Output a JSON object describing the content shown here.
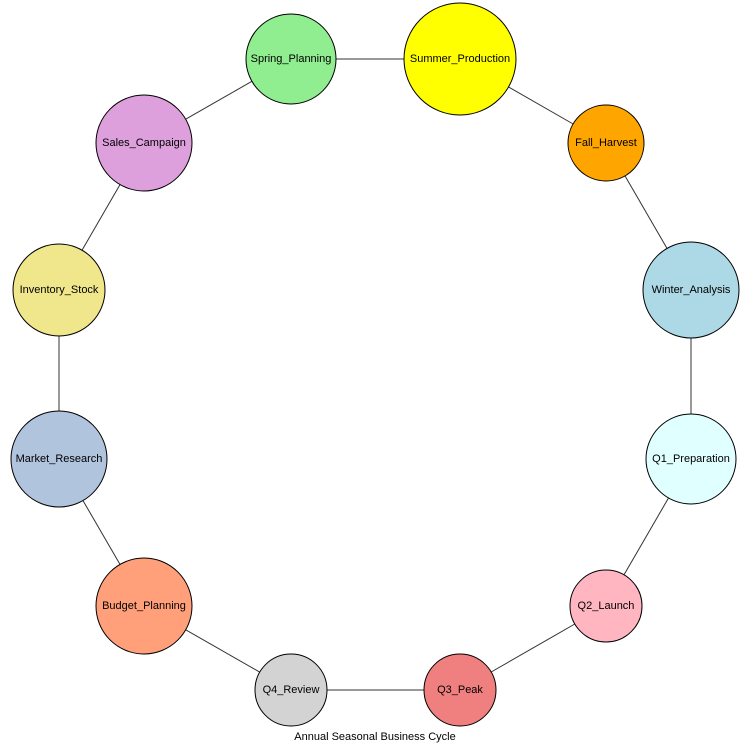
{
  "diagram": {
    "caption": "Annual Seasonal Business Cycle",
    "nodes": [
      {
        "id": "spring_planning",
        "label": "Spring_Planning",
        "color": "#90ee90"
      },
      {
        "id": "summer_production",
        "label": "Summer_Production",
        "color": "#ffff00"
      },
      {
        "id": "fall_harvest",
        "label": "Fall_Harvest",
        "color": "#ffa500"
      },
      {
        "id": "winter_analysis",
        "label": "Winter_Analysis",
        "color": "#add8e6"
      },
      {
        "id": "q1_preparation",
        "label": "Q1_Preparation",
        "color": "#e0ffff"
      },
      {
        "id": "q2_launch",
        "label": "Q2_Launch",
        "color": "#ffb6c1"
      },
      {
        "id": "q3_peak",
        "label": "Q3_Peak",
        "color": "#f08080"
      },
      {
        "id": "q4_review",
        "label": "Q4_Review",
        "color": "#d3d3d3"
      },
      {
        "id": "budget_planning",
        "label": "Budget_Planning",
        "color": "#ffa07a"
      },
      {
        "id": "market_research",
        "label": "Market_Research",
        "color": "#b0c4de"
      },
      {
        "id": "inventory_stock",
        "label": "Inventory_Stock",
        "color": "#f0e68c"
      },
      {
        "id": "sales_campaign",
        "label": "Sales_Campaign",
        "color": "#dda0dd"
      }
    ],
    "edges": [
      [
        "spring_planning",
        "summer_production"
      ],
      [
        "summer_production",
        "fall_harvest"
      ],
      [
        "fall_harvest",
        "winter_analysis"
      ],
      [
        "winter_analysis",
        "q1_preparation"
      ],
      [
        "q1_preparation",
        "q2_launch"
      ],
      [
        "q2_launch",
        "q3_peak"
      ],
      [
        "q3_peak",
        "q4_review"
      ],
      [
        "q4_review",
        "budget_planning"
      ],
      [
        "budget_planning",
        "market_research"
      ],
      [
        "market_research",
        "inventory_stock"
      ],
      [
        "inventory_stock",
        "sales_campaign"
      ],
      [
        "sales_campaign",
        "spring_planning"
      ]
    ]
  }
}
